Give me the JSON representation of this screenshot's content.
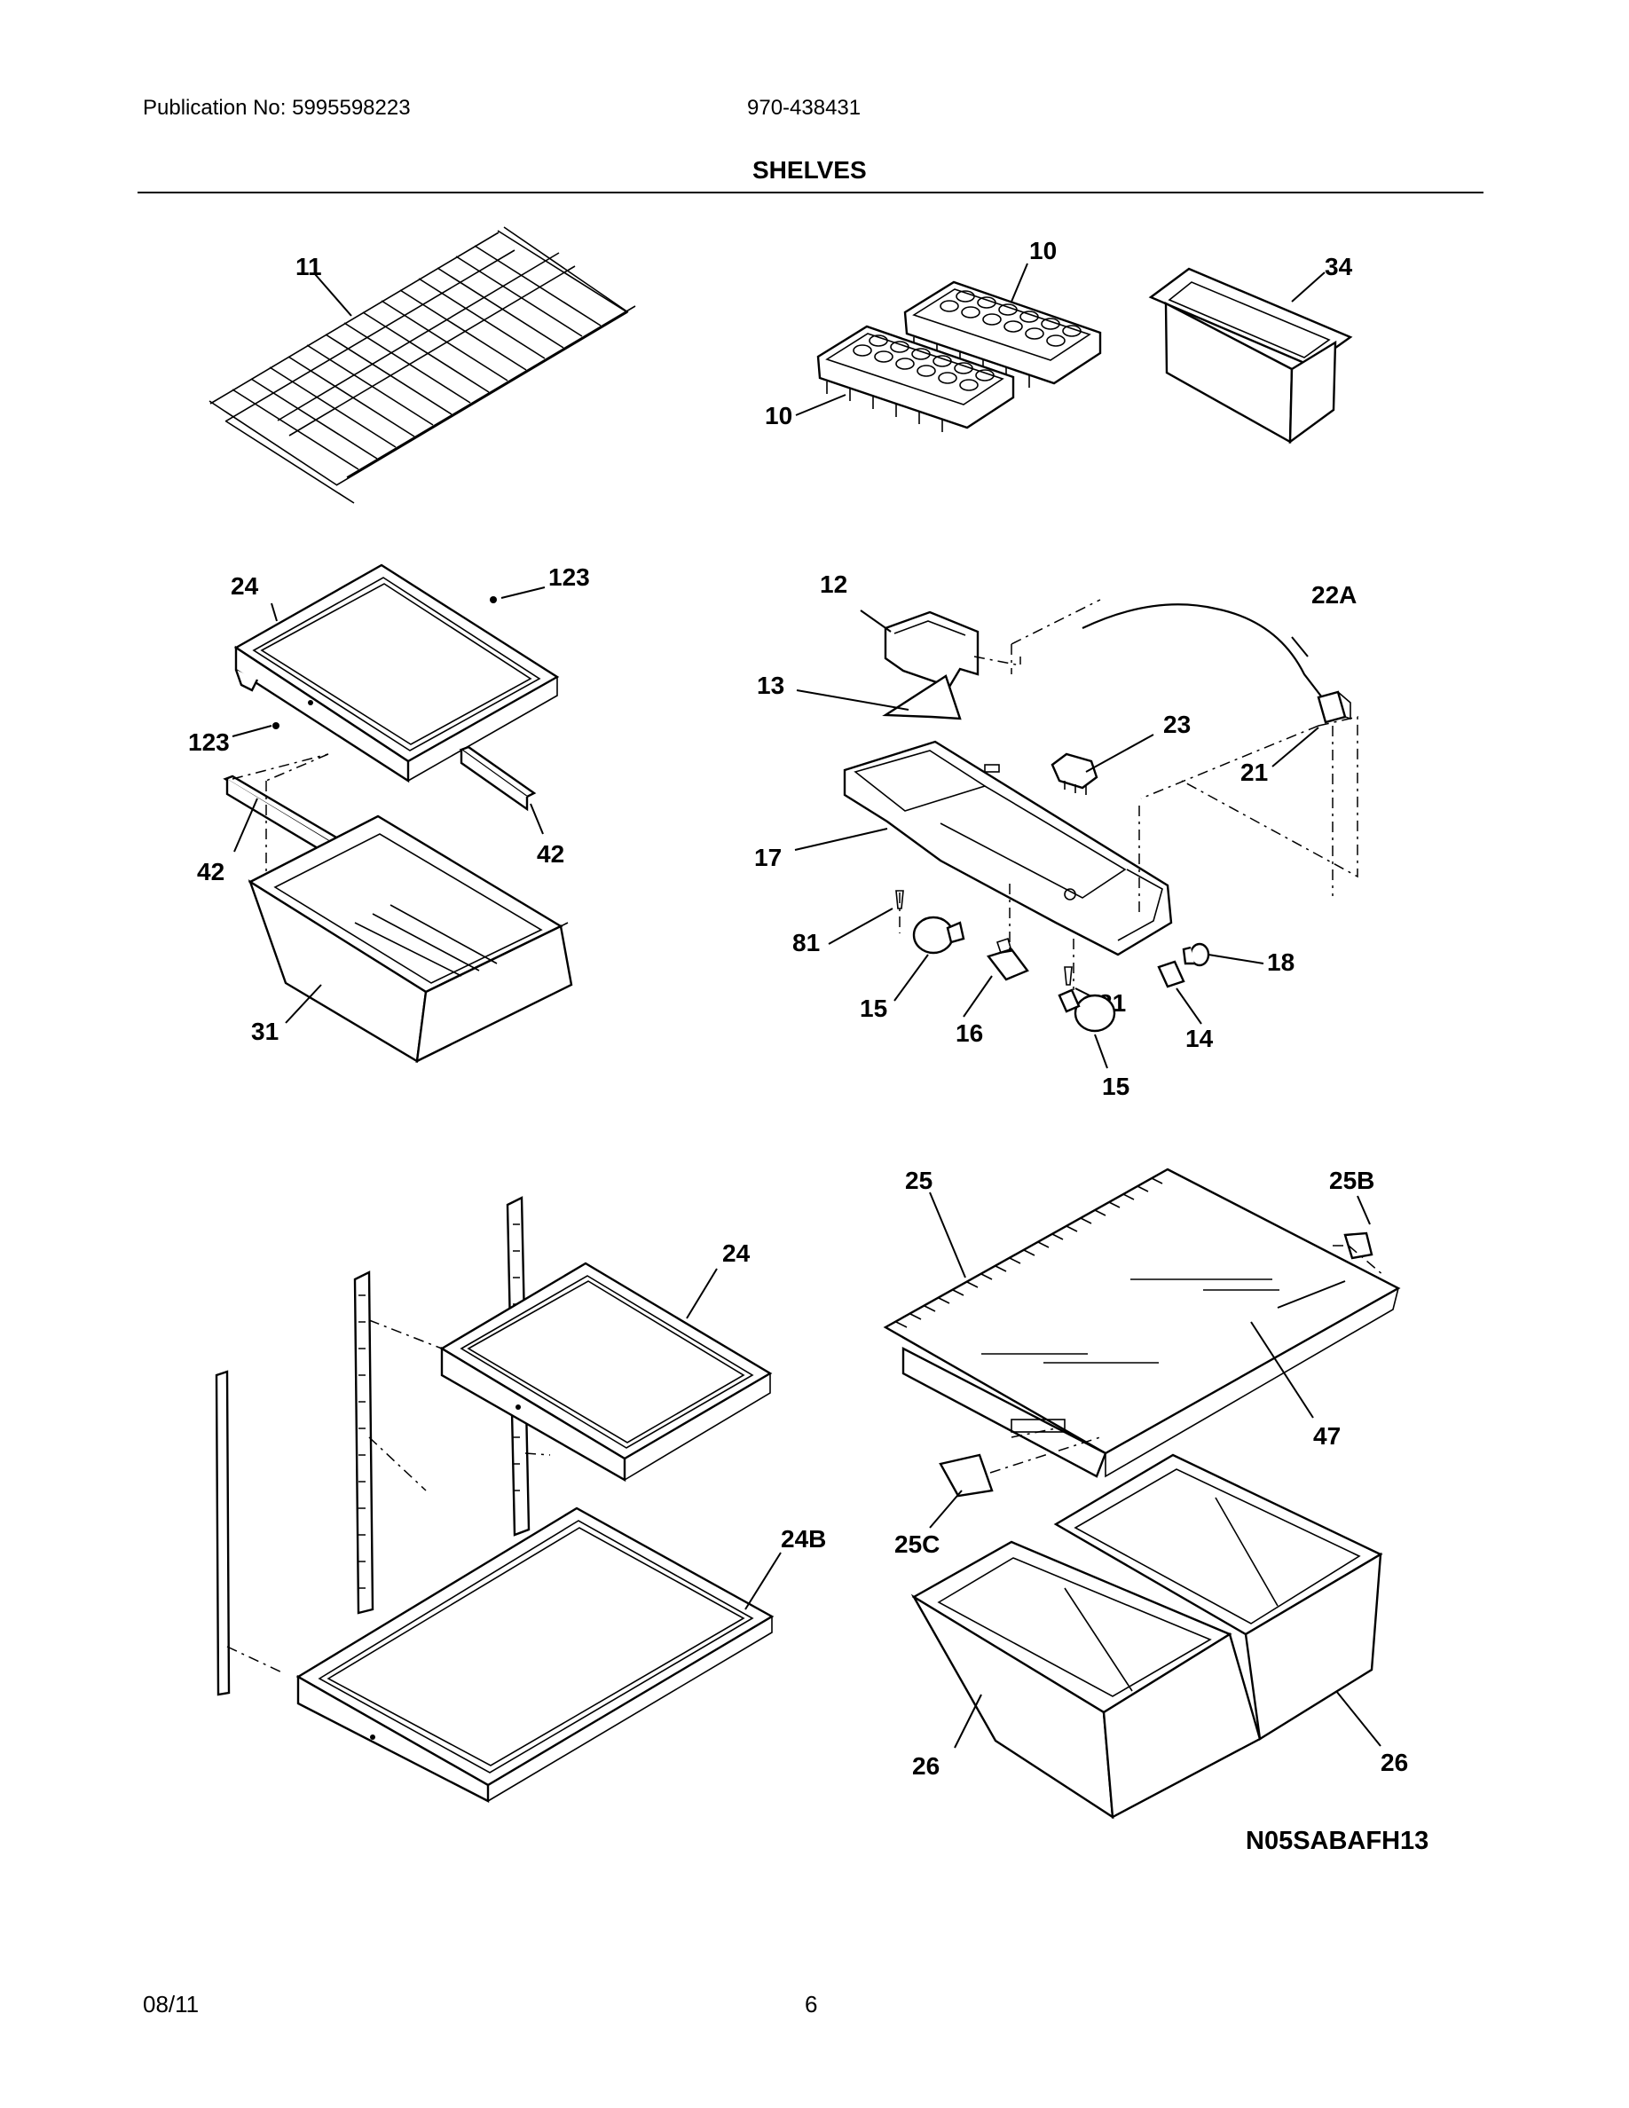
{
  "header": {
    "publication": "Publication No: 5995598223",
    "model": "970-438431",
    "title": "SHELVES"
  },
  "diagram_code": "N05SABAFH13",
  "footer": {
    "date": "08/11",
    "page": "6"
  },
  "callouts": {
    "c11": "11",
    "c10a": "10",
    "c10b": "10",
    "c34": "34",
    "c24a": "24",
    "c123a": "123",
    "c123b": "123",
    "c42a": "42",
    "c42b": "42",
    "c31": "31",
    "c12": "12",
    "c22A": "22A",
    "c13": "13",
    "c23": "23",
    "c21": "21",
    "c17": "17",
    "c81a": "81",
    "c81b": "81",
    "c18": "18",
    "c15a": "15",
    "c15b": "15",
    "c16": "16",
    "c14": "14",
    "c25": "25",
    "c25B": "25B",
    "c24b": "24",
    "c24B": "24B",
    "c47": "47",
    "c25C": "25C",
    "c26a": "26",
    "c26b": "26"
  }
}
